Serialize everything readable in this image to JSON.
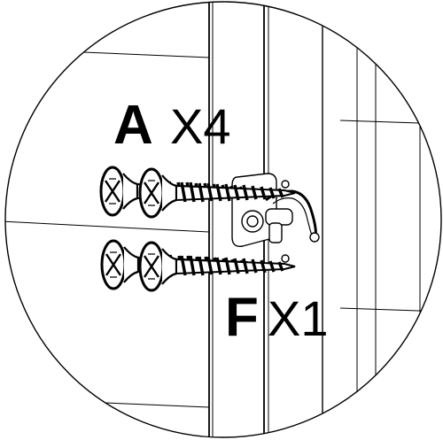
{
  "labels": {
    "screw": {
      "letter": "A",
      "count": "X4"
    },
    "latch": {
      "letter": "F",
      "count": "X1"
    }
  },
  "colors": {
    "stroke": "#000000",
    "background": "#ffffff"
  },
  "icons": {
    "screw": "screw-icon",
    "latch": "gate-latch-icon"
  }
}
